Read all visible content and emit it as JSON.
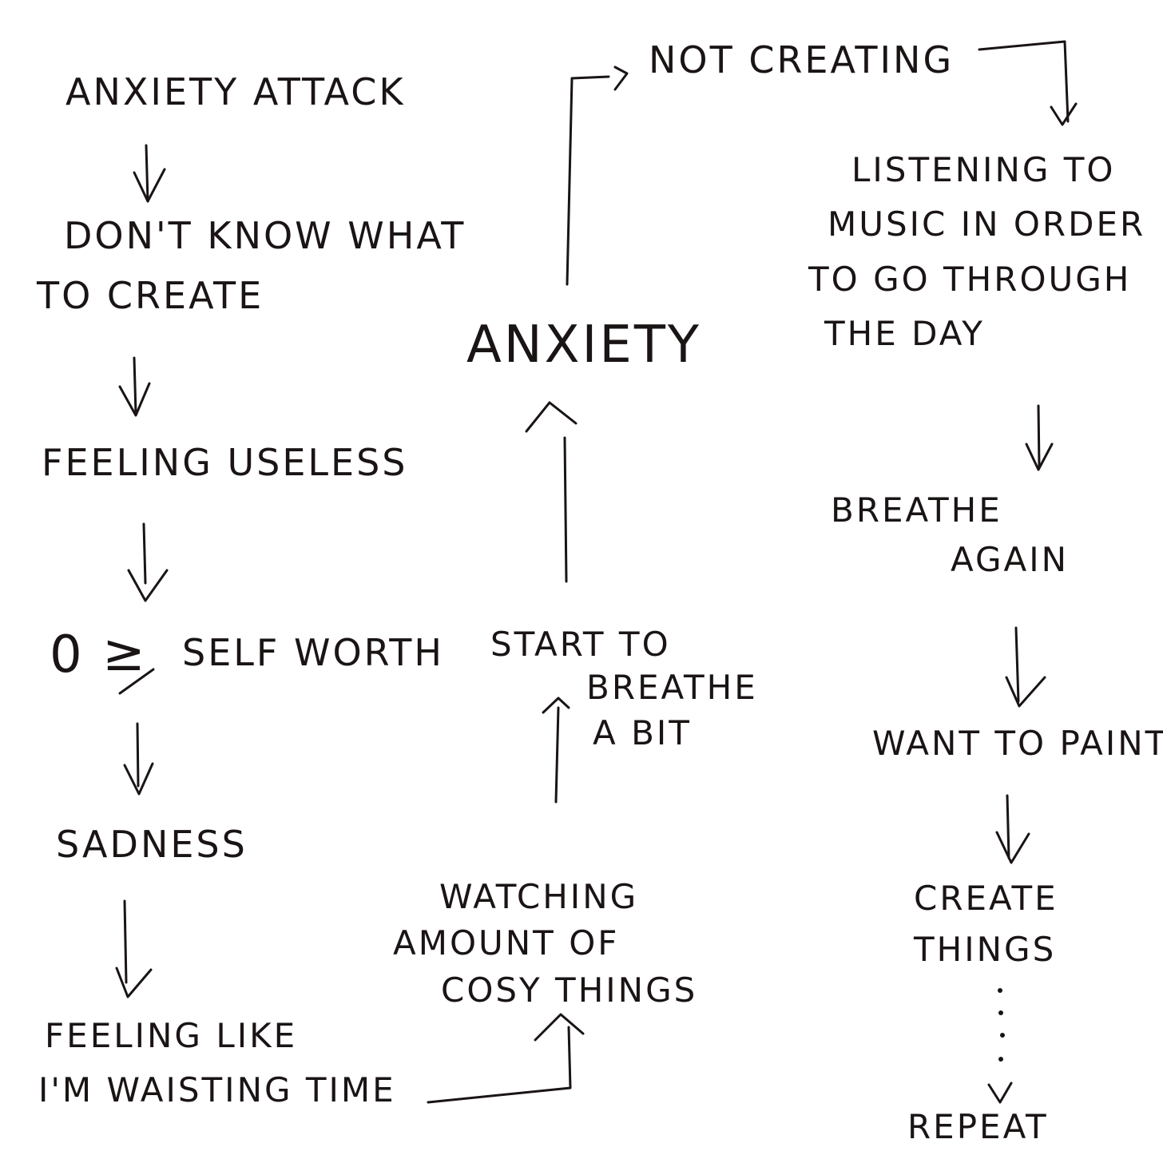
{
  "diagram": {
    "nodes": {
      "anxiety_attack": [
        "ANXIETY ATTACK"
      ],
      "dont_know": [
        "DON'T KNOW WHAT",
        "TO CREATE"
      ],
      "feeling_useless": [
        "FEELING USELESS"
      ],
      "self_worth_zero": "0",
      "self_worth_symbol": "≥",
      "self_worth": [
        "SELF WORTH"
      ],
      "sadness": [
        "SADNESS"
      ],
      "wasting_time": [
        "FEELING LIKE",
        "I'M WAISTING TIME"
      ],
      "cosy_things": [
        "WATCHING",
        "AMOUNT OF",
        "COSY THINGS"
      ],
      "breathe_bit": [
        "START TO",
        "BREATHE",
        "A BIT"
      ],
      "anxiety": [
        "ANXIETY"
      ],
      "not_creating": [
        "NOT CREATING"
      ],
      "listening": [
        "LISTENING TO",
        "MUSIC IN ORDER",
        "TO GO THROUGH",
        "THE DAY"
      ],
      "breathe_again": [
        "BREATHE",
        "AGAIN"
      ],
      "want_paint": [
        "WANT TO PAINT"
      ],
      "create_things": [
        "CREATE",
        "THINGS"
      ],
      "repeat": [
        "REPEAT"
      ]
    },
    "colors": {
      "ink": "#1a1414",
      "paper": "#ffffff"
    }
  }
}
